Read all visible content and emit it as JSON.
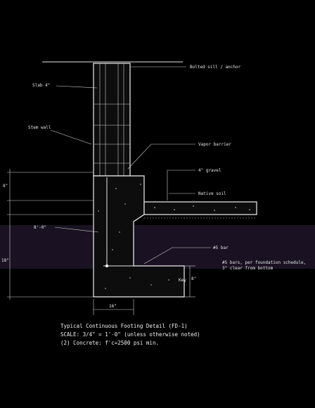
{
  "callouts": {
    "sill_anchor": "Bolted sill / anchor",
    "slab": "Slab 4\"",
    "wall_height": "8'-0\"",
    "stem": "Stem wall",
    "vapor": "Vapor barrier",
    "gravel": "4\" gravel",
    "soil": "Native soil",
    "key": "Key",
    "rebar": "#5 bar",
    "ftg_note_1": "#5 bars, per foundation schedule,",
    "ftg_note_2": "3\" clear from bottom"
  },
  "dims": {
    "top_height": "8\"",
    "depth": "18\"",
    "footing_depth": "8\"",
    "footing_width": "16\""
  },
  "caption": {
    "line1": "Typical Continuous Footing Detail (FD-1)",
    "line2": "SCALE: 3/4\" = 1'-0\" (unless otherwise noted)",
    "line3": "(2) Concrete: f'c=2500 psi min."
  },
  "colors": {
    "background": "#000000",
    "line": "#e6e6e6",
    "grout_band": "#2a1f33"
  }
}
